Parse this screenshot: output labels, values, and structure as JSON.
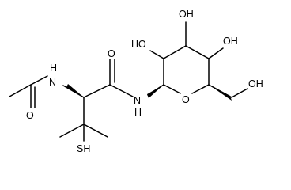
{
  "molecule": {
    "atom_labels": {
      "n_acetyl": "N",
      "h_acetyl": "H",
      "o_acetyl": "O",
      "o_amide": "O",
      "n_glycosyl": "N",
      "h_glycosyl": "H",
      "o_ring": "O",
      "oh_c2": "HO",
      "oh_c3": "OH",
      "oh_c4": "OH",
      "oh_c6": "OH",
      "sh": "SH"
    }
  }
}
